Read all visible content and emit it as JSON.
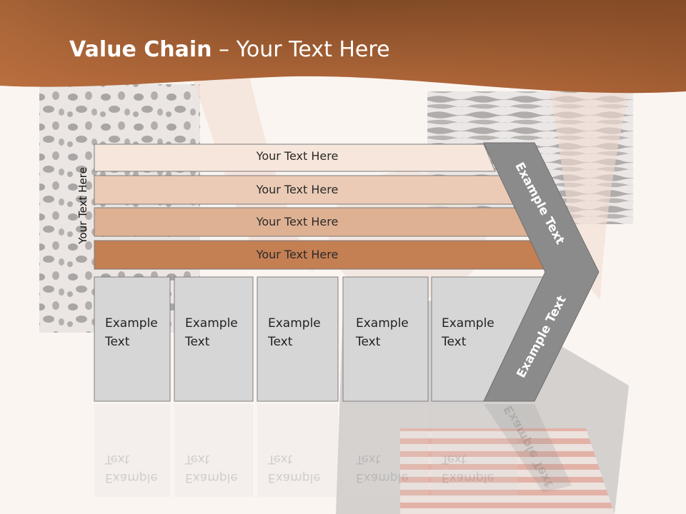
{
  "title": {
    "bold": "Value Chain",
    "rest": " – Your Text Here"
  },
  "side_label": "Your Text Here",
  "bands": [
    {
      "label": "Your Text Here",
      "color": "#f6e6dc"
    },
    {
      "label": "Your Text Here",
      "color": "#ebcbb6"
    },
    {
      "label": "Your Text Here",
      "color": "#dfb193"
    },
    {
      "label": "Your Text Here",
      "color": "#c47f53"
    }
  ],
  "columns": [
    {
      "line1": "Example",
      "line2": "Text"
    },
    {
      "line1": "Example",
      "line2": "Text"
    },
    {
      "line1": "Example",
      "line2": "Text"
    },
    {
      "line1": "Example",
      "line2": "Text"
    },
    {
      "line1": "Example",
      "line2": "Text"
    }
  ],
  "chevron": {
    "upper": "Example Text",
    "lower": "Example Text",
    "color": "#8b8b8b"
  },
  "header": {
    "color": "#a85f31"
  }
}
